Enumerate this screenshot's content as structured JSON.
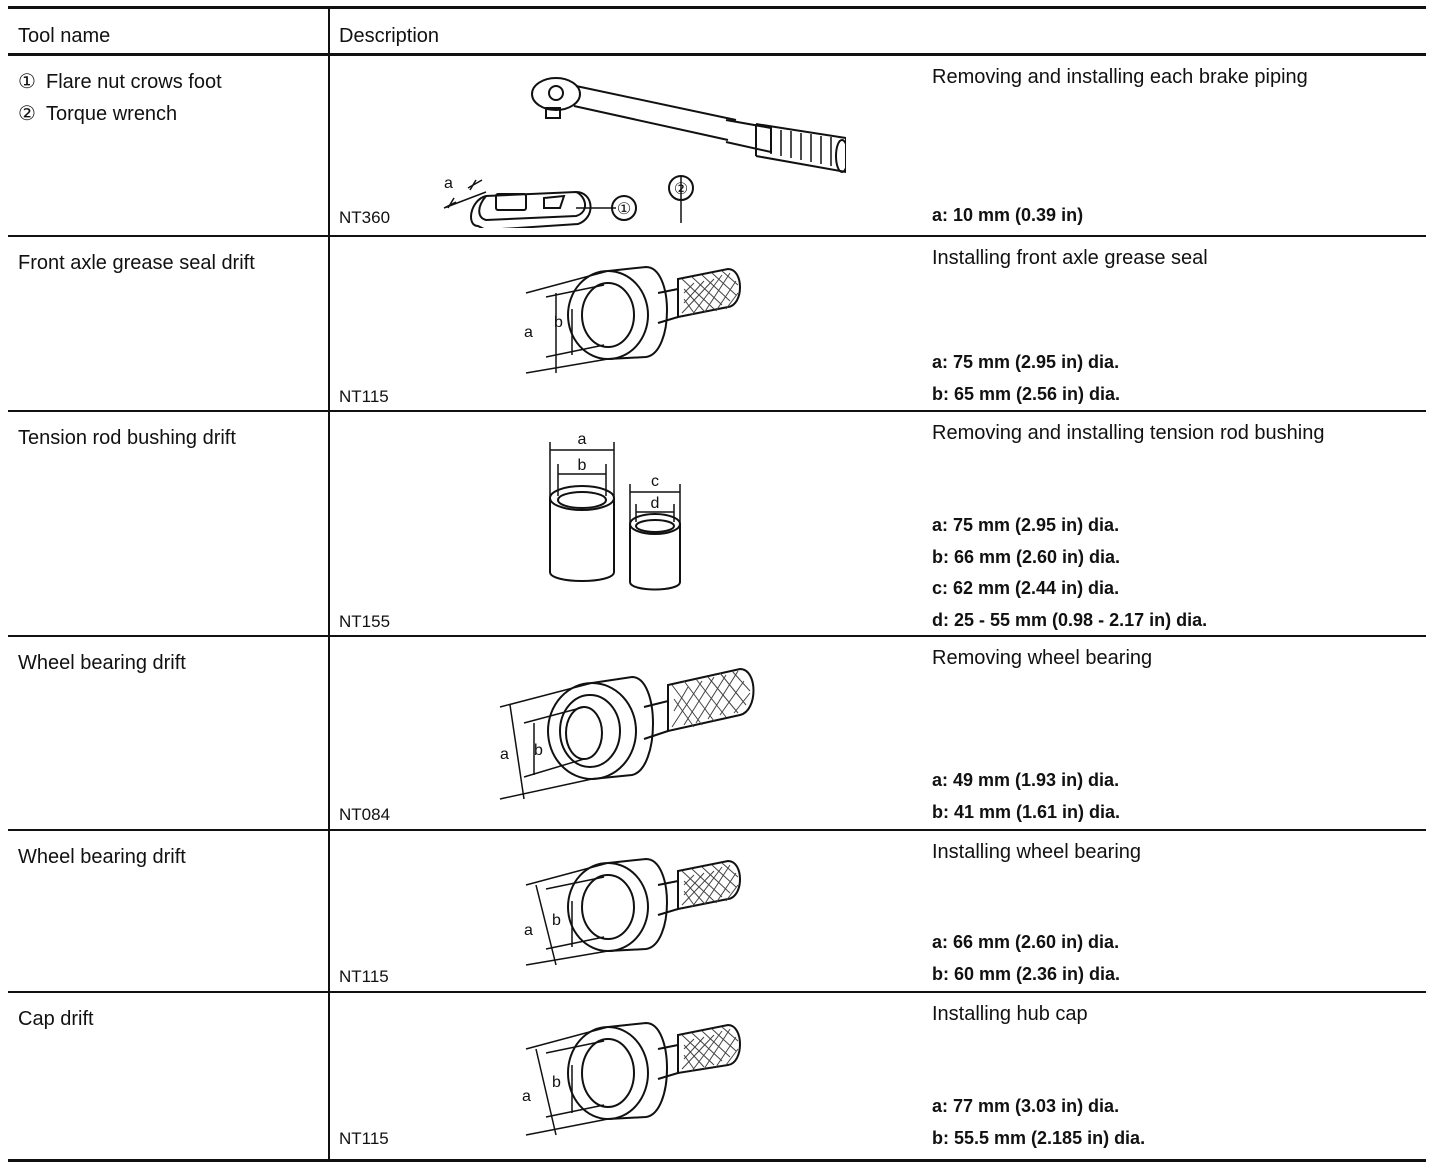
{
  "header": {
    "col1": "Tool name",
    "col2": "Description"
  },
  "rows": [
    {
      "tool_lines": [
        {
          "marker": "①",
          "text": "Flare nut crows foot"
        },
        {
          "marker": "②",
          "text": "Torque wrench"
        }
      ],
      "figure": "crows-foot-and-torque-wrench",
      "figure_labels": [
        "a",
        "①",
        "②"
      ],
      "code": "NT360",
      "description": "Removing and installing each brake piping",
      "specs": [
        "a: 10 mm (0.39 in)"
      ]
    },
    {
      "tool_lines": [
        {
          "marker": "",
          "text": "Front axle grease seal drift"
        }
      ],
      "figure": "drift",
      "figure_labels": [
        "a",
        "b"
      ],
      "code": "NT115",
      "description": "Installing front axle grease seal",
      "specs": [
        "a: 75 mm (2.95 in) dia.",
        "b: 65 mm (2.56 in) dia."
      ]
    },
    {
      "tool_lines": [
        {
          "marker": "",
          "text": "Tension rod bushing drift"
        }
      ],
      "figure": "bushing-drift-pair",
      "figure_labels": [
        "a",
        "b",
        "c",
        "d"
      ],
      "code": "NT155",
      "description": "Removing and installing tension rod bushing",
      "specs": [
        "a: 75 mm (2.95 in) dia.",
        "b: 66 mm (2.60 in) dia.",
        "c: 62 mm (2.44 in) dia.",
        "d: 25 - 55 mm (0.98 - 2.17 in) dia."
      ]
    },
    {
      "tool_lines": [
        {
          "marker": "",
          "text": "Wheel bearing drift"
        }
      ],
      "figure": "drift",
      "figure_labels": [
        "a",
        "b"
      ],
      "code": "NT084",
      "description": "Removing wheel bearing",
      "specs": [
        "a: 49 mm (1.93 in) dia.",
        "b: 41 mm (1.61 in) dia."
      ]
    },
    {
      "tool_lines": [
        {
          "marker": "",
          "text": "Wheel bearing drift"
        }
      ],
      "figure": "drift",
      "figure_labels": [
        "a",
        "b"
      ],
      "code": "NT115",
      "description": "Installing wheel bearing",
      "specs": [
        "a: 66 mm (2.60 in) dia.",
        "b: 60 mm (2.36 in) dia."
      ]
    },
    {
      "tool_lines": [
        {
          "marker": "",
          "text": "Cap drift"
        }
      ],
      "figure": "drift",
      "figure_labels": [
        "a",
        "b"
      ],
      "code": "NT115",
      "description": "Installing hub cap",
      "specs": [
        "a: 77 mm (3.03 in) dia.",
        "b: 55.5 mm (2.185 in) dia."
      ]
    }
  ]
}
